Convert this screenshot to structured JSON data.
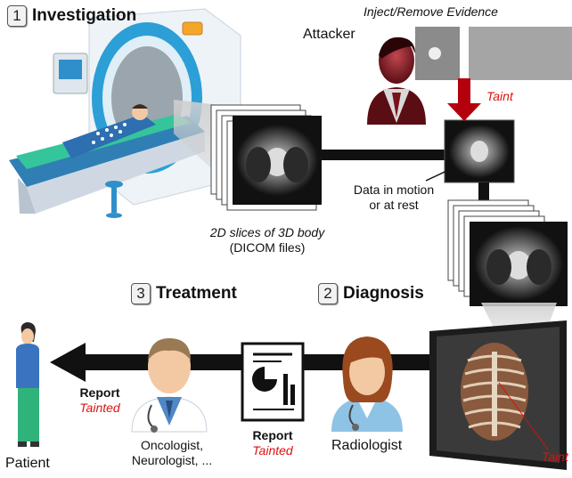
{
  "steps": {
    "investigation": {
      "num": "1",
      "title": "Investigation"
    },
    "diagnosis": {
      "num": "2",
      "title": "Diagnosis"
    },
    "treatment": {
      "num": "3",
      "title": "Treatment"
    }
  },
  "attacker": {
    "label": "Attacker",
    "action": "Inject/Remove Evidence",
    "taint": "Taint"
  },
  "slices": {
    "line1": "2D slices of 3D body",
    "line2": "(DICOM files)"
  },
  "data_motion": {
    "line1": "Data in motion",
    "line2": "or at rest"
  },
  "report_middle": {
    "title": "Report",
    "status": "Tainted"
  },
  "report_left": {
    "title": "Report",
    "status": "Tainted"
  },
  "radiologist": {
    "label": "Radiologist"
  },
  "doctor": {
    "line1": "Oncologist,",
    "line2": "Neurologist, ..."
  },
  "patient": {
    "label": "Patient"
  },
  "monitor_taint": "Taint",
  "colors": {
    "taint_red": "#d11111",
    "arrow": "#111111",
    "skin": "#f3c9a3"
  }
}
